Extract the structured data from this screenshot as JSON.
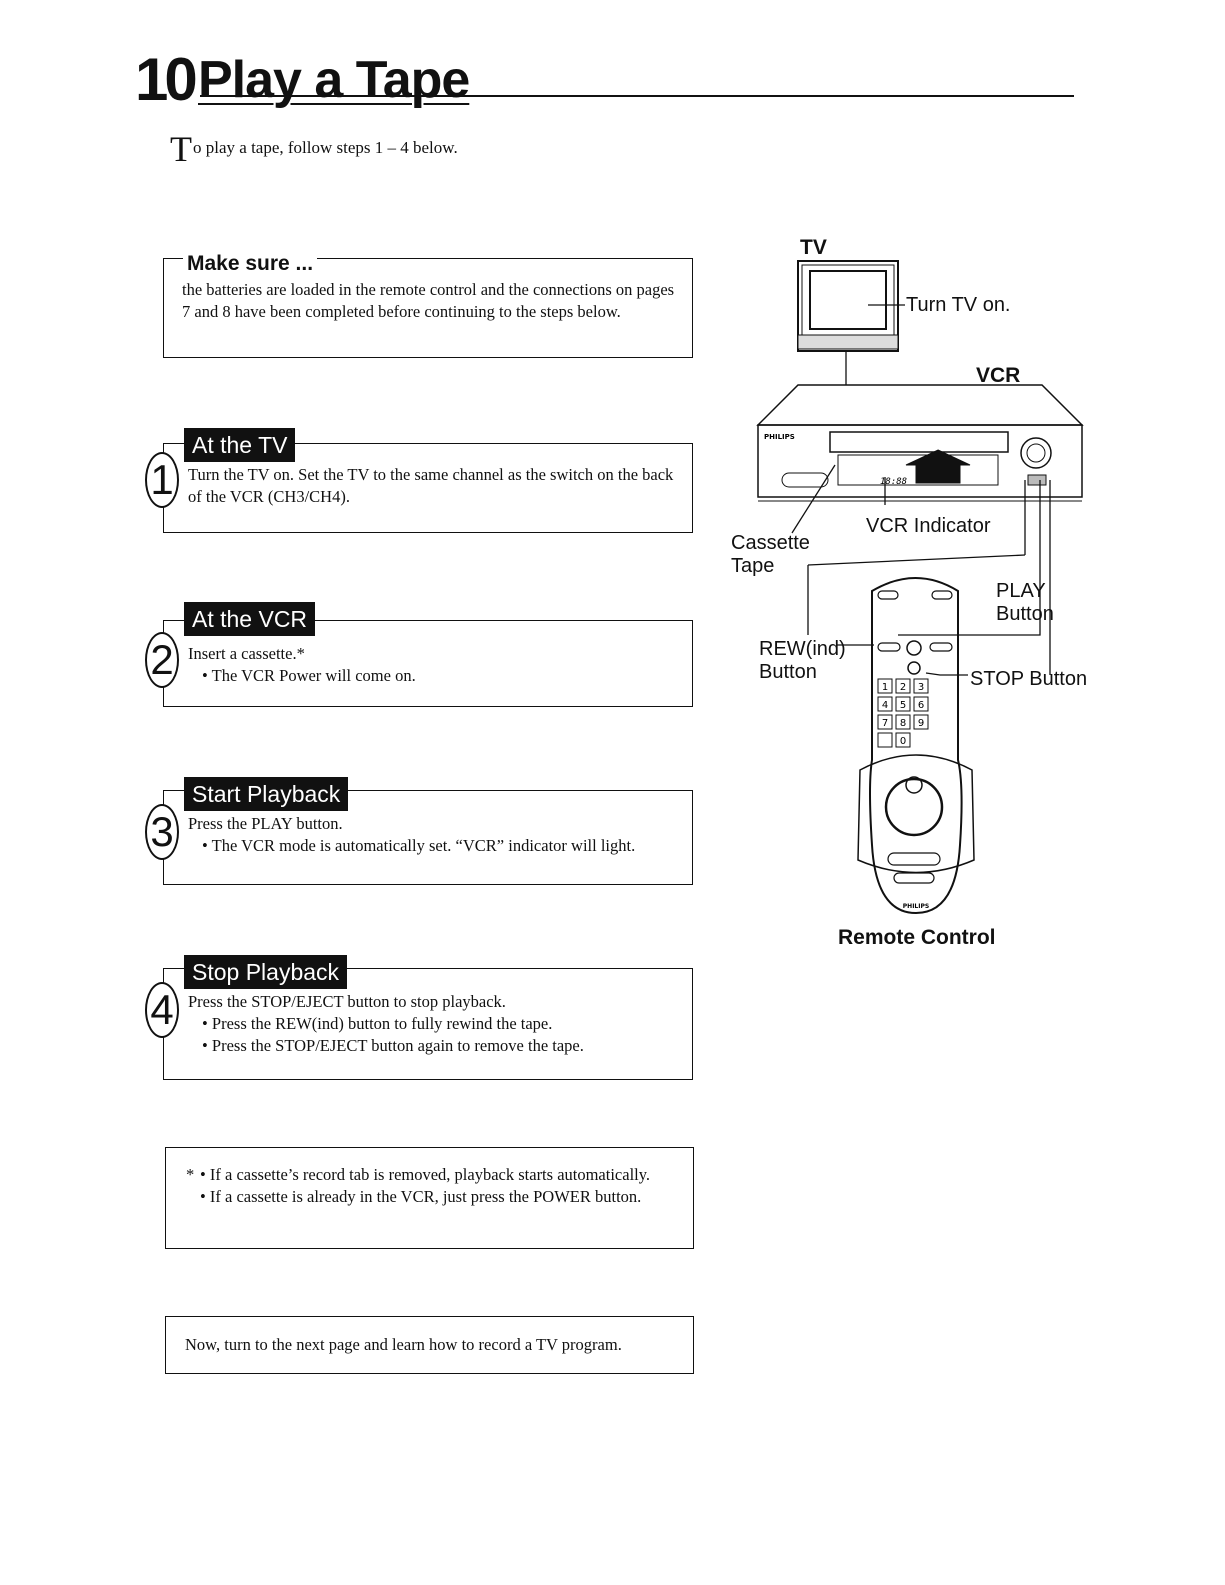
{
  "page": {
    "number": "10",
    "title": "Play a Tape"
  },
  "intro": {
    "dropcap": "T",
    "text": "o play a tape, follow steps 1 – 4 below."
  },
  "make_sure": {
    "title": "Make sure ...",
    "text": "the batteries are loaded in the remote control and the connections on pages 7 and 8 have been completed before continuing to the steps below."
  },
  "steps": [
    {
      "num": "1",
      "tab": "At the TV",
      "text": "Turn the TV on. Set the TV to the same channel as the switch on the back of the VCR (CH3/CH4).",
      "bullets": []
    },
    {
      "num": "2",
      "tab": "At the VCR",
      "text": "Insert a cassette.*",
      "bullets": [
        "The VCR Power will come on."
      ]
    },
    {
      "num": "3",
      "tab": "Start Playback",
      "text": "Press the PLAY button.",
      "bullets": [
        "The VCR mode is automatically set. “VCR” indicator will light."
      ]
    },
    {
      "num": "4",
      "tab": "Stop Playback",
      "text": "Press the STOP/EJECT button to stop playback.",
      "bullets": [
        "Press the REW(ind) button to fully rewind the tape.",
        "Press the STOP/EJECT button again to remove the tape."
      ]
    }
  ],
  "note": {
    "marker": "*",
    "items": [
      "If a cassette’s record tab is removed, playback starts automatically.",
      "If a cassette is already in the VCR, just press the POWER button."
    ]
  },
  "next": "Now, turn to the next page and learn how to record a TV program.",
  "diagram": {
    "tv_label": "TV",
    "turn_tv_on": "Turn TV on.",
    "vcr_label": "VCR",
    "vcr_brand": "PHILIPS",
    "display": "18:88",
    "vcr_indicator": "VCR Indicator",
    "cassette_tape": [
      "Cassette",
      "Tape"
    ],
    "play_button": [
      "PLAY",
      "Button"
    ],
    "rew_button": [
      "REW(ind)",
      "Button"
    ],
    "stop_button": "STOP Button",
    "remote_brand": "PHILIPS",
    "keypad": [
      "1",
      "2",
      "3",
      "4",
      "5",
      "6",
      "7",
      "8",
      "9",
      "0"
    ],
    "remote_caption": "Remote Control"
  }
}
